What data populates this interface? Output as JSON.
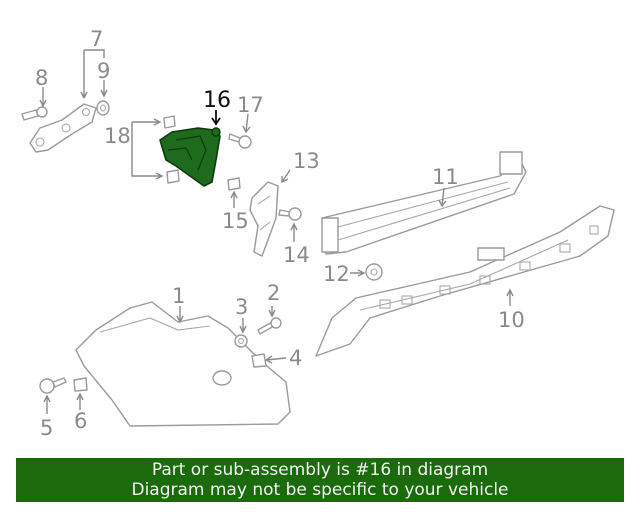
{
  "colors": {
    "highlight_part": "#1e6b1e",
    "banner_background": "#1b6b0d",
    "banner_text": "#f2f2f2",
    "callout_text": "#8a8a8a",
    "highlight_callout": "#111111"
  },
  "callouts": {
    "c1": "1",
    "c2": "2",
    "c3": "3",
    "c4": "4",
    "c5": "5",
    "c6": "6",
    "c7": "7",
    "c8": "8",
    "c9": "9",
    "c10": "10",
    "c11": "11",
    "c12": "12",
    "c13": "13",
    "c14": "14",
    "c15": "15",
    "c16": "16",
    "c17": "17",
    "c18": "18"
  },
  "highlighted_part": "16",
  "banner": {
    "line1": "Part or sub-assembly is #16 in diagram",
    "line2": "Diagram may not be specific to your vehicle"
  }
}
